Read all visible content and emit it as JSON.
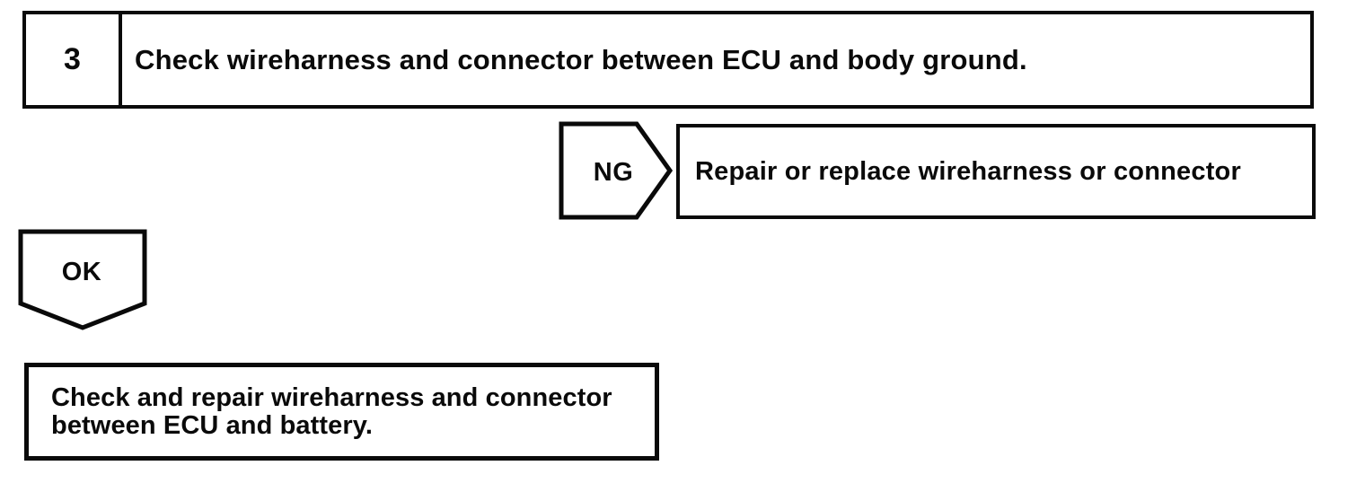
{
  "colors": {
    "ink": "#0a0a0a",
    "paper": "#ffffff"
  },
  "flowchart": {
    "step": {
      "number": "3",
      "instruction": "Check wireharness and connector between ECU and body ground."
    },
    "ng": {
      "label": "NG",
      "action": "Repair or replace wireharness or connector"
    },
    "ok": {
      "label": "OK",
      "action": "Check and repair wireharness and connector between ECU and battery."
    }
  }
}
